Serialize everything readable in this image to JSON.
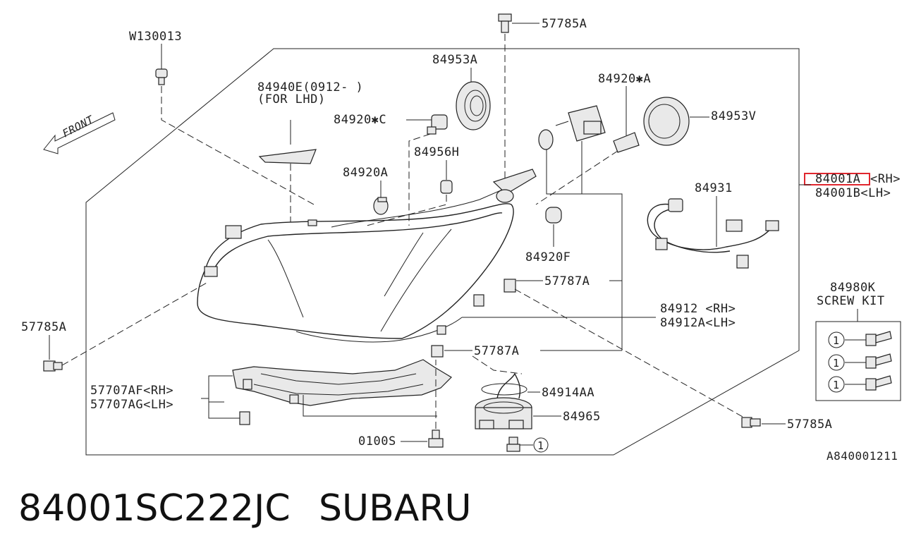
{
  "diagram": {
    "labels": {
      "w130013": "W130013",
      "p57785a_top": "57785A",
      "p84953a": "84953A",
      "p84940e_1": "84940E(0912- )",
      "p84940e_2": "(FOR LHD)",
      "p84920c": "84920✱C",
      "p84956h": "84956H",
      "p84920a": "84920A",
      "p84920sa": "84920✱A",
      "p84953v": "84953V",
      "p84001a": "84001A",
      "p84001a_rh": "<RH>",
      "p84001b": "84001B<LH>",
      "p84931": "84931",
      "p84920f": "84920F",
      "p57787a_1": "57787A",
      "p84912": "84912 <RH>",
      "p84912a": "84912A<LH>",
      "p57787a_2": "57787A",
      "p57785a_left": "57785A",
      "p57707af": "57707AF<RH>",
      "p57707ag": "57707AG<LH>",
      "p84914aa": "84914AA",
      "p84965": "84965",
      "p0100s": "0100S",
      "p57785a_right": "57785A",
      "p84980k": "84980K",
      "screw_kit": "SCREW KIT",
      "front": "FRONT",
      "ref_code": "A840001211",
      "callout_1": "1"
    },
    "highlight_color": "#e0262e"
  },
  "caption": {
    "part_number": "84001SC222JC",
    "brand": "SUBARU"
  }
}
